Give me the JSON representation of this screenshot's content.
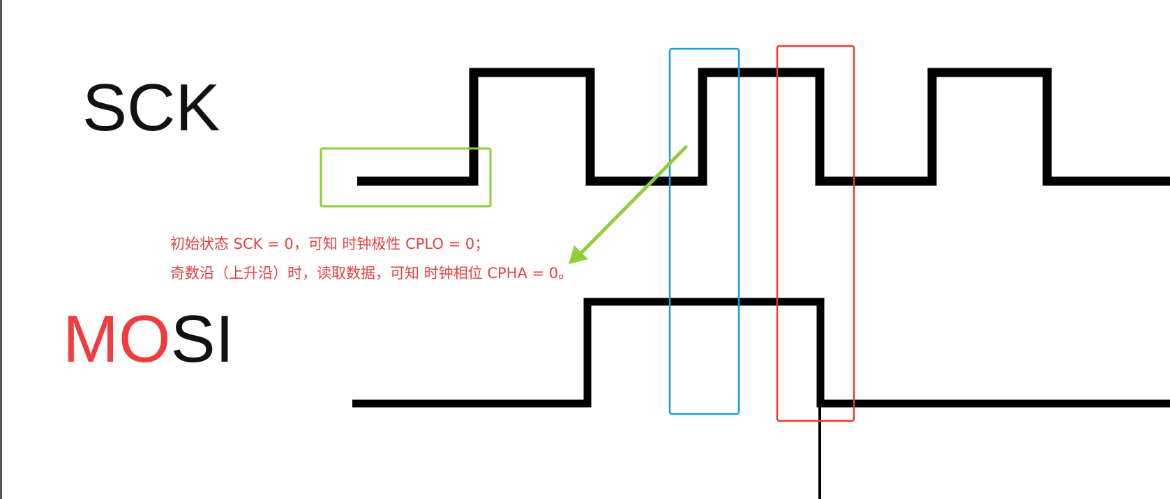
{
  "labels": {
    "sck": "SCK",
    "mosi_prefix": "MO",
    "mosi_suffix": "SI"
  },
  "annotations": {
    "line1": "初始状态 SCK = 0，可知 时钟极性 CPLO = 0；",
    "line2": "奇数沿（上升沿）时，读取数据，可知 时钟相位 CPHA = 0。"
  },
  "colors": {
    "signal": "#000000",
    "label_text": "#111111",
    "annotation_text": "#e84040",
    "mosi_highlight": "#f03c3c",
    "initial_state_box": "#8ccf3a",
    "rising_edge_box": "#1a9be6",
    "falling_edge_box": "#e83a3a",
    "arrow": "#8ccf3a"
  }
}
